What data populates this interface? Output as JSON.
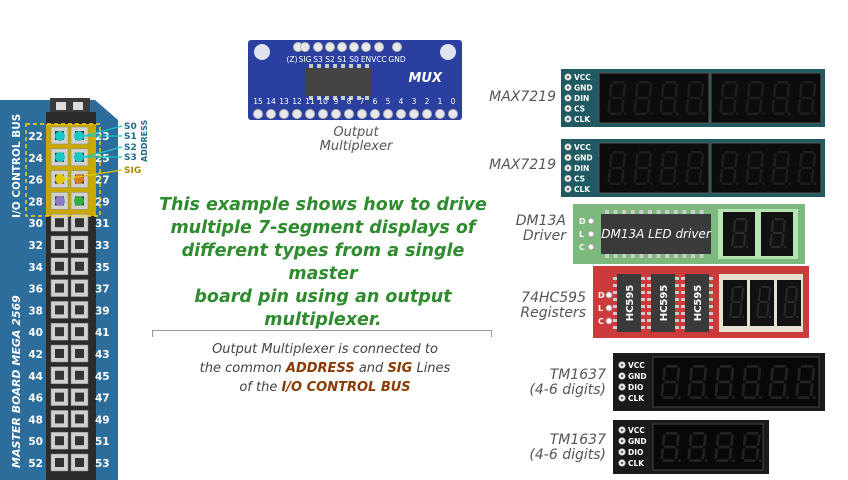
{
  "board": {
    "vertical_title": "MASTER BOARD MEGA 2569",
    "bus_title": "I/O CONTROL BUS",
    "address_label": "ADDRESS",
    "pin_rows": [
      {
        "left": "22",
        "right": "23"
      },
      {
        "left": "24",
        "right": "25"
      },
      {
        "left": "26",
        "right": "27"
      },
      {
        "left": "28",
        "right": "29"
      },
      {
        "left": "30",
        "right": "31"
      },
      {
        "left": "32",
        "right": "33"
      },
      {
        "left": "34",
        "right": "35"
      },
      {
        "left": "36",
        "right": "37"
      },
      {
        "left": "38",
        "right": "39"
      },
      {
        "left": "40",
        "right": "41"
      },
      {
        "left": "42",
        "right": "43"
      },
      {
        "left": "44",
        "right": "45"
      },
      {
        "left": "46",
        "right": "47"
      },
      {
        "left": "48",
        "right": "49"
      },
      {
        "left": "50",
        "right": "51"
      },
      {
        "left": "52",
        "right": "53"
      }
    ],
    "signal_labels": [
      "S0",
      "S1",
      "S2",
      "S3",
      "SIG"
    ]
  },
  "mux": {
    "top_labels": [
      "(Z)",
      "SIG",
      "S3",
      "S2",
      "S1",
      "S0",
      "EN",
      "VCC",
      "GND"
    ],
    "name": "MUX",
    "bottom_labels": [
      "15",
      "14",
      "13",
      "12",
      "11",
      "10",
      "9",
      "8",
      "7",
      "6",
      "5",
      "4",
      "3",
      "2",
      "1",
      "0"
    ],
    "caption_line1": "Output",
    "caption_line2": "Multiplexer"
  },
  "main_text": [
    "This example shows how to drive",
    "multiple 7-segment displays of",
    "different types from a single master",
    "board pin using an output multiplexer."
  ],
  "note": {
    "line1": "Output  Multiplexer  is connected to",
    "line2_a": "the common ",
    "line2_b": "ADDRESS",
    "line2_c": " and ",
    "line2_d": "SIG",
    "line2_e": " Lines",
    "line3_a": "of the  ",
    "line3_b": "I/O CONTROL BUS"
  },
  "devices": {
    "max1": {
      "label": "MAX7219",
      "pins": [
        "VCC",
        "GND",
        "DIN",
        "CS",
        "CLK"
      ],
      "digits": "8.8.8.8.8.8.8.8."
    },
    "max2": {
      "label": "MAX7219",
      "pins": [
        "VCC",
        "GND",
        "DIN",
        "CS",
        "CLK"
      ],
      "digits": "8.8.8.8.8.8.8.8."
    },
    "dm13a": {
      "label_line1": "DM13A",
      "label_line2": "Driver",
      "pins": [
        "D",
        "L",
        "C"
      ],
      "chip_text": "DM13A LED driver",
      "digits": "8.8."
    },
    "hc595": {
      "label_line1": "74HC595",
      "label_line2": "Registers",
      "pins": [
        "D",
        "L",
        "C"
      ],
      "chip_text": "HC595",
      "digits": "8.8.8."
    },
    "tm1": {
      "label_line1": "TM1637",
      "label_line2": "(4-6 digits)",
      "pins": [
        "VCC",
        "GND",
        "DIO",
        "CLK"
      ],
      "digits": "8.8.8.8.8.8."
    },
    "tm2": {
      "label_line1": "TM1637",
      "label_line2": "(4-6 digits)",
      "pins": [
        "VCC",
        "GND",
        "DIO",
        "CLK"
      ],
      "digits": "8.8.8.8."
    }
  },
  "colors": {
    "board_blue": "#2d6d9b",
    "mux_blue": "#2b3fa0",
    "teal": "#1f5a62",
    "green_text": "#2e8b2e",
    "pcb_green": "#7db87d",
    "pcb_red": "#cc3b3b",
    "led_cyan": "#18c8c8",
    "led_yellow": "#e6c800",
    "led_orange": "#d87a20",
    "led_green": "#30b040"
  }
}
